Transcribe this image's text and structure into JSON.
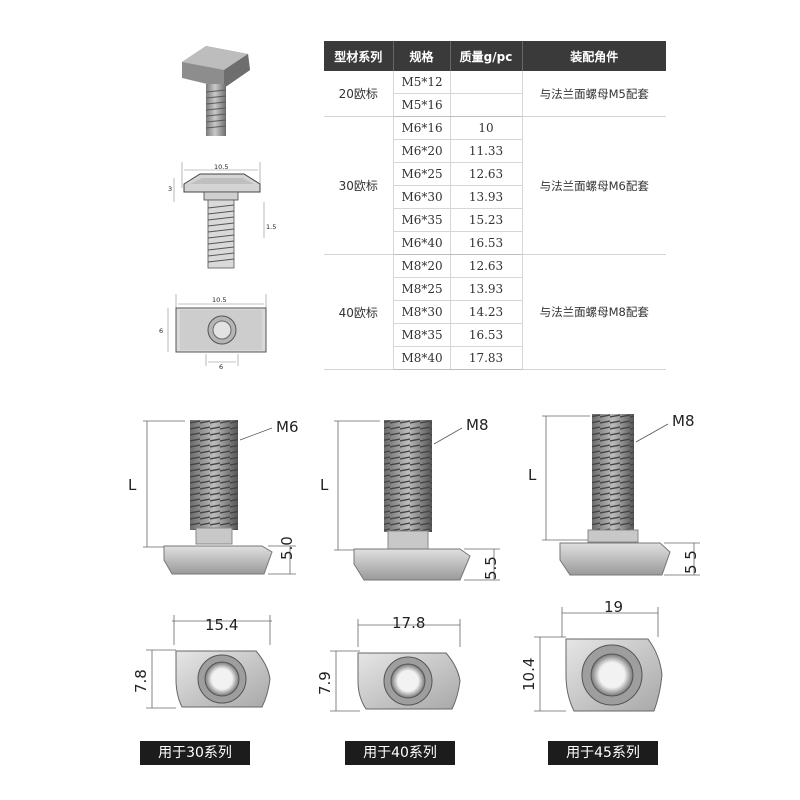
{
  "table": {
    "headers": [
      "型材系列",
      "规格",
      "质量g/pc",
      "装配角件"
    ],
    "groups": [
      {
        "series": "20欧标",
        "match": "与法兰面螺母M5配套",
        "rows": [
          {
            "spec": "M5*12",
            "mass": ""
          },
          {
            "spec": "M5*16",
            "mass": ""
          }
        ]
      },
      {
        "series": "30欧标",
        "match": "与法兰面螺母M6配套",
        "rows": [
          {
            "spec": "M6*16",
            "mass": "10"
          },
          {
            "spec": "M6*20",
            "mass": "11.33"
          },
          {
            "spec": "M6*25",
            "mass": "12.63"
          },
          {
            "spec": "M6*30",
            "mass": "13.93"
          },
          {
            "spec": "M6*35",
            "mass": "15.23"
          },
          {
            "spec": "M6*40",
            "mass": "16.53"
          }
        ]
      },
      {
        "series": "40欧标",
        "match": "与法兰面螺母M8配套",
        "rows": [
          {
            "spec": "M8*20",
            "mass": "12.63"
          },
          {
            "spec": "M8*25",
            "mass": "13.93"
          },
          {
            "spec": "M8*30",
            "mass": "14.23"
          },
          {
            "spec": "M8*35",
            "mass": "16.53"
          },
          {
            "spec": "M8*40",
            "mass": "17.83"
          }
        ]
      }
    ]
  },
  "small_drawing": {
    "side_top_width": "10.5",
    "side_height": "3",
    "side_right": "1.5",
    "top_width": "10.5",
    "top_height": "6",
    "top_slot": "6"
  },
  "bolts": [
    {
      "thread": "M6",
      "length_label": "L",
      "head_height": "5.0",
      "nut_width": "15.4",
      "nut_height": "7.8",
      "caption": "用于30系列"
    },
    {
      "thread": "M8",
      "length_label": "L",
      "head_height": "5.5",
      "nut_width": "17.8",
      "nut_height": "7.9",
      "caption": "用于40系列"
    },
    {
      "thread": "M8",
      "length_label": "L",
      "head_height": "5 5",
      "nut_width": "19",
      "nut_height": "10.4",
      "caption": "用于45系列"
    }
  ]
}
